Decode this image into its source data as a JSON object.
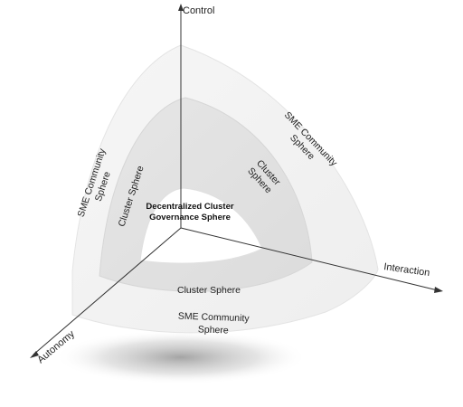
{
  "axes": {
    "control": "Control",
    "interaction": "Interaction",
    "autonomy": "Autonomy"
  },
  "spheres": {
    "outer_top_right": [
      "SME Community",
      "Sphere"
    ],
    "outer_left": [
      "SME Community",
      "Sphere"
    ],
    "outer_bottom": [
      "SME Community",
      "Sphere"
    ],
    "middle_top_right": [
      "Cluster",
      "Sphere"
    ],
    "middle_left": "Cluster Sphere",
    "middle_bottom": "Cluster Sphere",
    "core": [
      "Decentralized Cluster",
      "Governance Sphere"
    ]
  },
  "colors": {
    "outer_fill": "#f2f2f2",
    "middle_fill": "#e2e2e2",
    "core_fill": "#ffffff",
    "axis": "#333333"
  }
}
